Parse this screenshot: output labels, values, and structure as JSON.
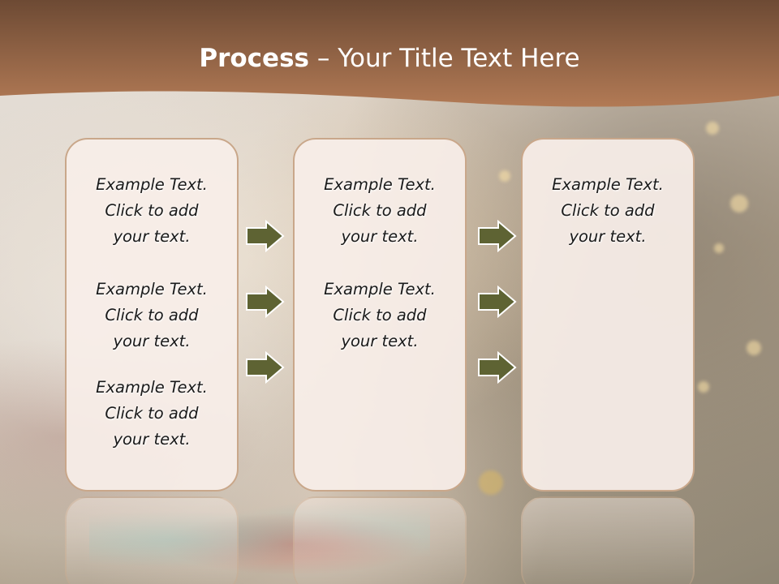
{
  "slide": {
    "title_bold": "Process",
    "title_rest": " – Your Title Text Here",
    "colors": {
      "header_band": "#a9724f",
      "box_border": "#c9a78a",
      "box_fill": "#f8eee8",
      "arrow_fill": "#5e6333",
      "arrow_stroke": "#ffffff"
    }
  },
  "columns": [
    {
      "items": [
        {
          "line1": "Example Text.",
          "line2": "Click  to add",
          "line3": "your text."
        },
        {
          "line1": "Example Text.",
          "line2": "Click  to add",
          "line3": "your text."
        },
        {
          "line1": "Example Text.",
          "line2": "Click  to add",
          "line3": "your text."
        }
      ]
    },
    {
      "items": [
        {
          "line1": "Example Text.",
          "line2": "Click  to add",
          "line3": "your text."
        },
        {
          "line1": "Example Text.",
          "line2": "Click  to add",
          "line3": "your text."
        }
      ]
    },
    {
      "items": [
        {
          "line1": "Example Text.",
          "line2": "Click  to add",
          "line3": "your text."
        }
      ]
    }
  ],
  "arrows": [
    "right-arrow-icon",
    "right-arrow-icon",
    "right-arrow-icon",
    "right-arrow-icon",
    "right-arrow-icon",
    "right-arrow-icon"
  ]
}
